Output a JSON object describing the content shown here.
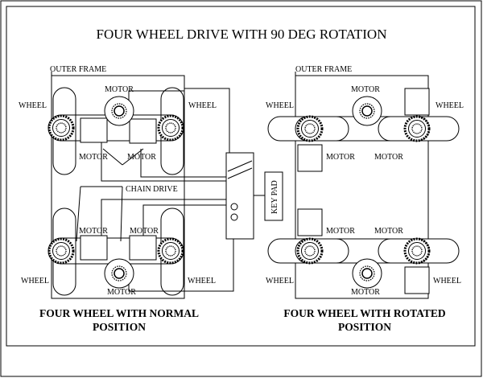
{
  "title": "FOUR WHEEL DRIVE WITH 90 DEG ROTATION",
  "left_panel": {
    "outer_frame_label": "OUTER FRAME",
    "top_motor_label": "MOTOR",
    "bottom_motor_label": "MOTOR",
    "wheel_labels": [
      "WHEEL",
      "WHEEL",
      "WHEEL",
      "WHEEL"
    ],
    "inner_motor_labels": [
      "MOTOR",
      "MOTOR",
      "MOTOR",
      "MOTOR"
    ],
    "chain_drive_label": "CHAIN DRIVE",
    "caption_line1": "FOUR WHEEL WITH NORMAL",
    "caption_line2": "POSITION"
  },
  "right_panel": {
    "outer_frame_label": "OUTER FRAME",
    "top_motor_label": "MOTOR",
    "bottom_motor_label": "MOTOR",
    "wheel_labels": [
      "WHEEL",
      "WHEEL",
      "WHEEL",
      "WHEEL"
    ],
    "inner_motor_labels": [
      "MOTOR",
      "MOTOR",
      "MOTOR",
      "MOTOR"
    ],
    "caption_line1": "FOUR WHEEL WITH ROTATED",
    "caption_line2": "POSITION"
  },
  "keypad_label": "KEY PAD"
}
